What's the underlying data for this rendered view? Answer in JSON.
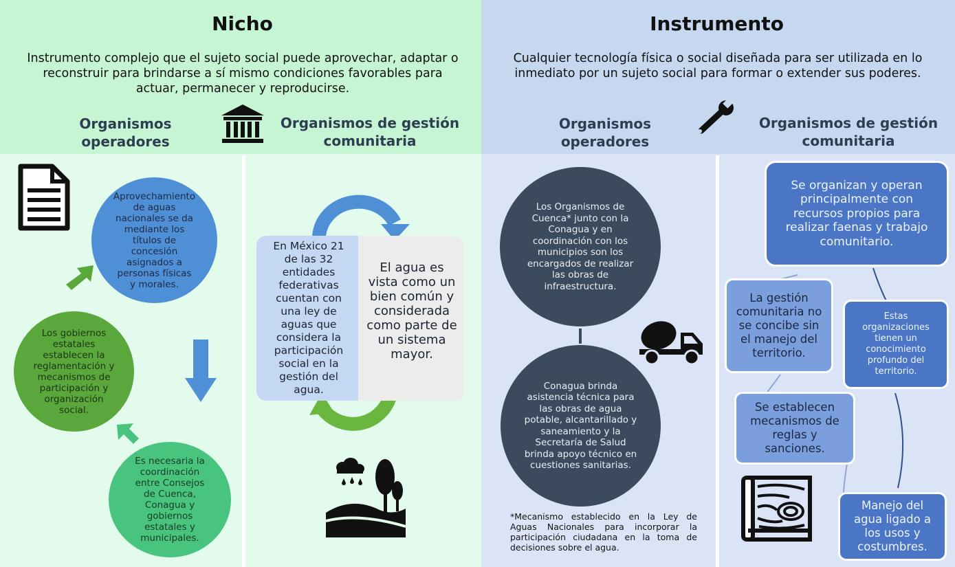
{
  "nicho": {
    "title": "Nicho",
    "description": "Instrumento complejo que el sujeto social puede aprovechar, adaptar o reconstruir para brindarse a sí mismo condiciones favorables para actuar, permanecer y reproducirse.",
    "col_left": "Organismos operadores",
    "col_right": "Organismos de gestión comunitaria",
    "operadores": {
      "circle1": "Aprovechamiento de aguas nacionales se da mediante los títulos de concesión asignados a personas físicas y morales.",
      "circle2": "Los gobiernos estatales establecen la reglamentación y mecanismos de participación y organización social.",
      "circle3": "Es necesaria la coordinación entre Consejos de Cuenca, Conagua y gobiernos estatales y municipales."
    },
    "gestion": {
      "left_box": "En México 21 de las 32 entidades federativas cuentan con una ley de aguas que considera la participación social en la gestión del agua.",
      "right_box": "El agua es vista como un bien común y considerada como parte de un sistema mayor."
    }
  },
  "instrumento": {
    "title": "Instrumento",
    "description": "Cualquier tecnología física o social diseñada para ser utilizada en lo inmediato por un sujeto social para formar o extender sus poderes.",
    "col_left": "Organismos operadores",
    "col_right": "Organismos de gestión comunitaria",
    "operadores": {
      "circle1": "Los Organismos de Cuenca* junto con la Conagua y en coordinación con los municipios son los encargados de realizar las obras de infraestructura.",
      "circle2": "Conagua brinda asistencia técnica para las obras de agua potable, alcantarillado y saneamiento y la Secretaría de Salud brinda apoyo técnico en cuestiones sanitarias.",
      "footnote": "*Mecanismo establecido en la Ley de Aguas Nacionales para incorporar la participación ciudadana en la toma de decisiones sobre el agua."
    },
    "gestion": {
      "box1": "Se organizan y operan principalmente con recursos propios para realizar faenas y trabajo comunitario.",
      "box2": "La gestión comunitaria no se concibe sin el manejo del territorio.",
      "box3": "Estas organizaciones tienen un conocimiento profundo del territorio.",
      "box4": "Se establecen mecanismos de reglas y sanciones.",
      "box5": "Manejo del agua ligado a los usos y costumbres."
    }
  },
  "icons": [
    "museum-icon",
    "wrench-icon",
    "document-icon",
    "cement-truck-icon",
    "rain-landscape-icon",
    "wood-blueprint-icon"
  ],
  "colors": {
    "nicho_header_bg": "#c5f5d3",
    "nicho_body_bg": "#e3fbed",
    "instrumento_header_bg": "#c6d8f0",
    "instrumento_body_bg": "#dbe4f6",
    "blue_circle": "#4f8fd6",
    "green_circle": "#5aa83c",
    "teal_circle": "#48c47e",
    "dark_circle": "#3c4a5d",
    "blue_box": "#4a76c5",
    "light_blue_box": "#7b9fdc"
  }
}
